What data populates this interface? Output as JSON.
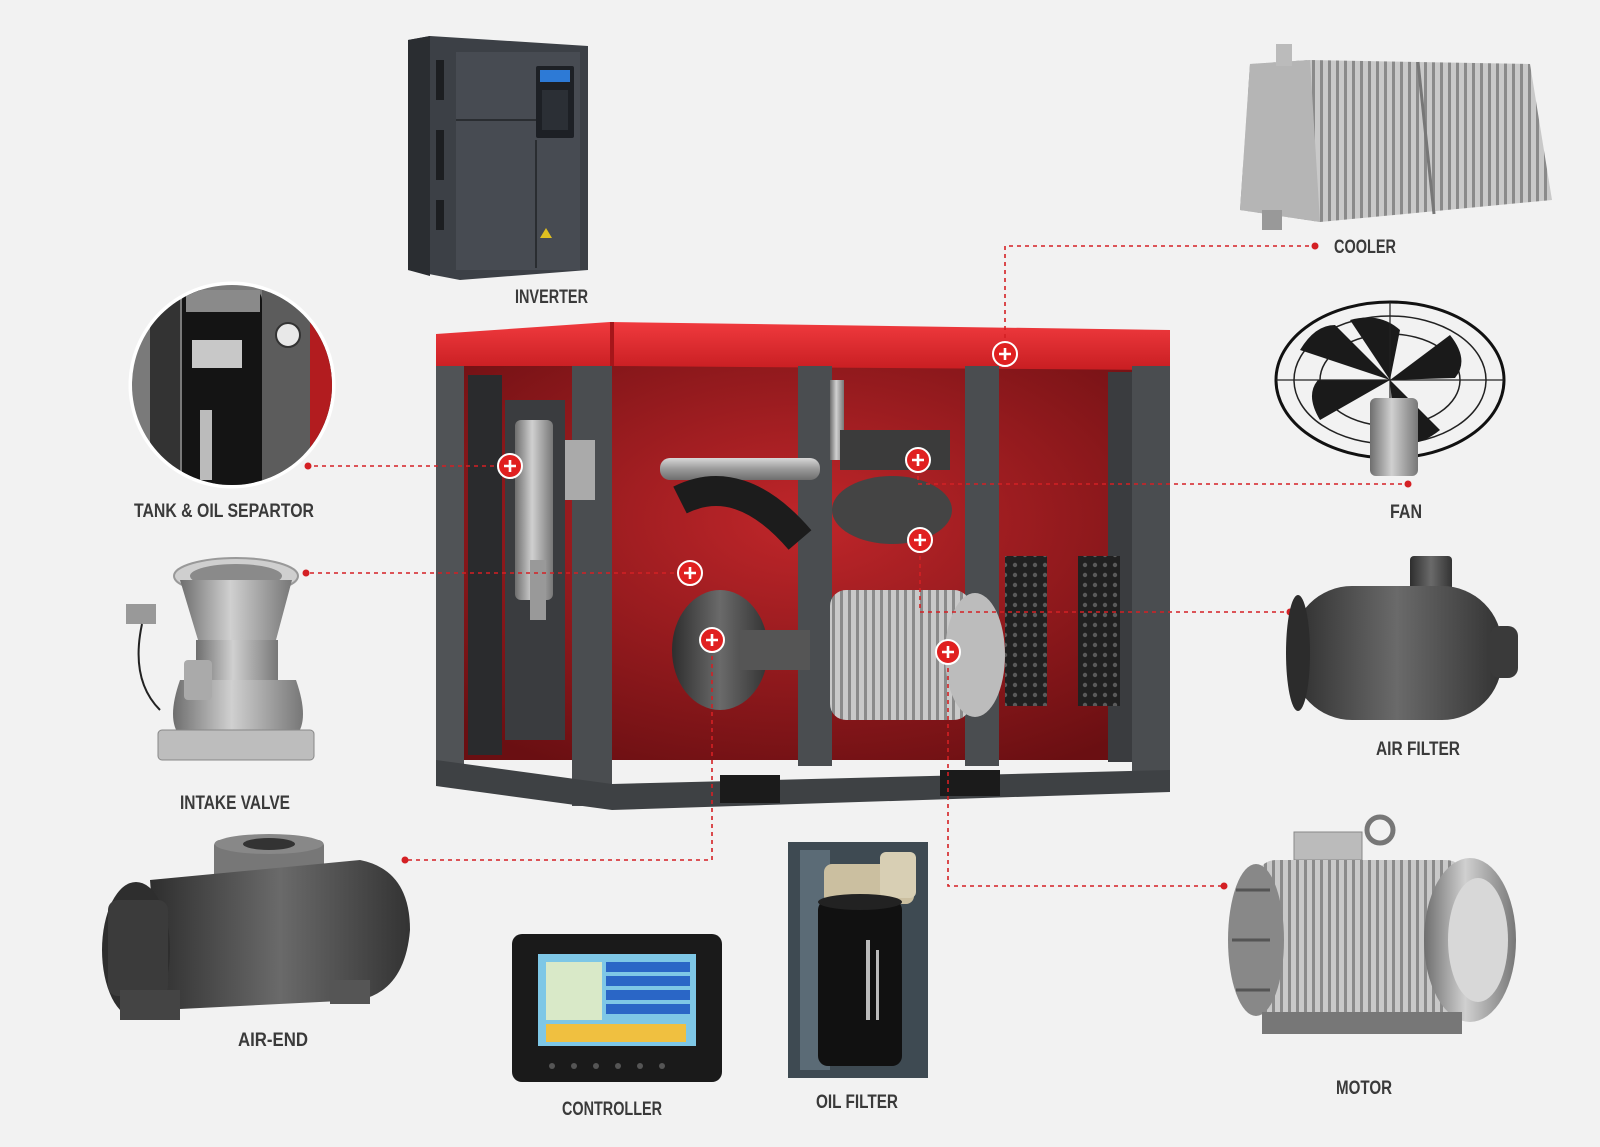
{
  "labels": {
    "inverter": "INVERTER",
    "cooler": "COOLER",
    "tank": "TANK & OIL SEPARTOR",
    "fan": "FAN",
    "intake": "INTAKE VALVE",
    "air_filter": "AIR FILTER",
    "air_end": "AIR-END",
    "motor": "MOTOR",
    "controller": "CONTROLLER",
    "oil_filter": "OIL FILTER"
  },
  "colors": {
    "accent": "#e02020",
    "frame": "#4a4d50",
    "roof": "#e3262b",
    "label": "#3a3a3a",
    "background": "#f2f2f2"
  },
  "icons": {
    "hotspot": "plus-circle-icon"
  }
}
